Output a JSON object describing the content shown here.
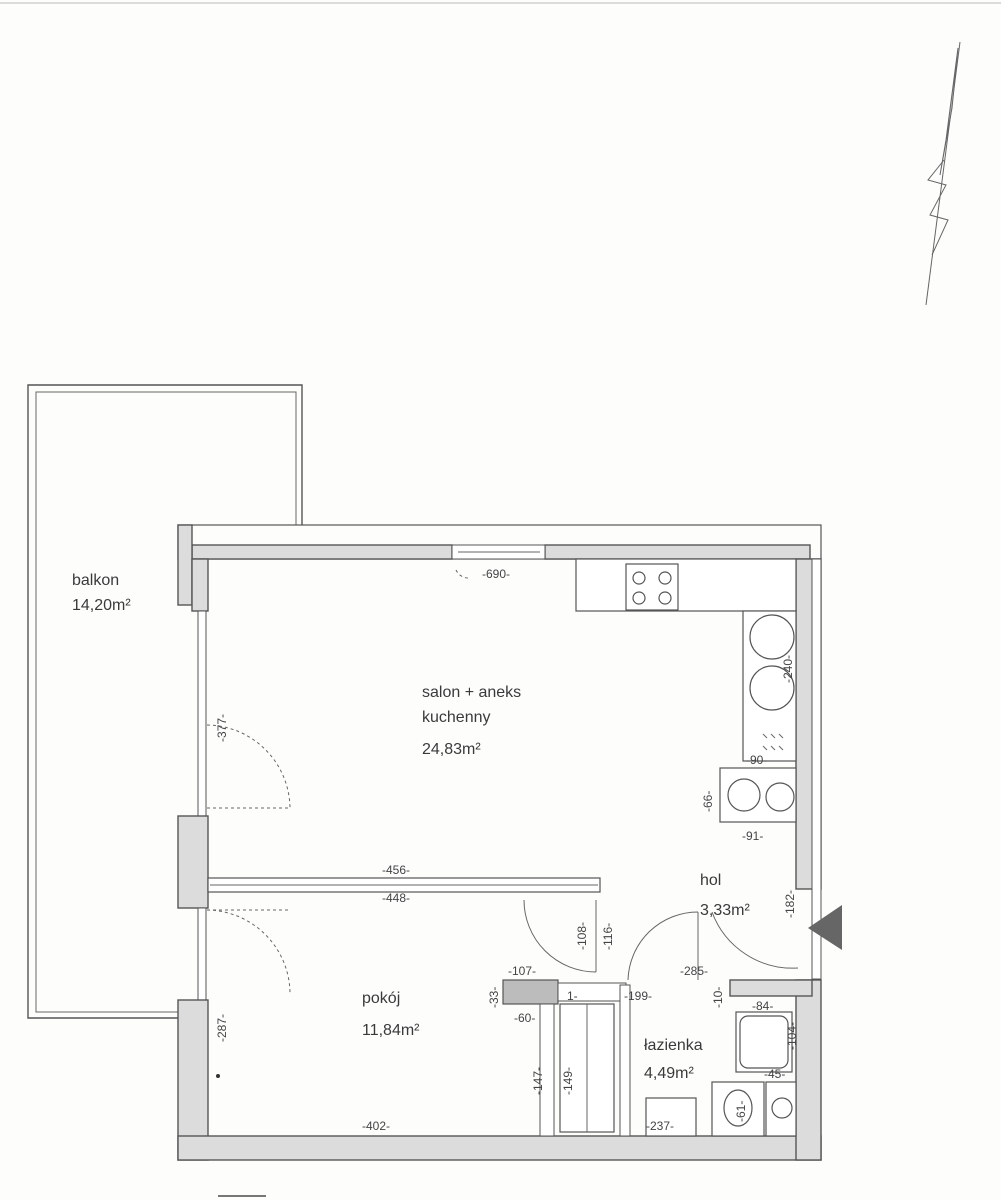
{
  "rooms": {
    "balkon": {
      "name": "balkon",
      "area": "14,20m²"
    },
    "salon": {
      "name_line1": "salon + aneks",
      "name_line2": "kuchenny",
      "area": "24,83m²"
    },
    "hol": {
      "name": "hol",
      "area": "3,33m²"
    },
    "pokoj": {
      "name": "pokój",
      "area": "11,84m²"
    },
    "lazienka": {
      "name": "łazienka",
      "area": "4,49m²"
    }
  },
  "dimensions": {
    "d690": "-690-",
    "d240": "-240-",
    "d90": "-90-",
    "d66": "-66-",
    "d91": "-91-",
    "d377": "-377-",
    "d456": "-456-",
    "d448": "-448-",
    "d108": "-108-",
    "d116": "-116-",
    "d182": "-182-",
    "d107": "-107-",
    "d33": "-33-",
    "d60": "-60-",
    "d199": "-199-",
    "d285": "-285-",
    "d10": "-10-",
    "d84": "-84-",
    "d104": "-104-",
    "d287": "-287-",
    "d147": "-147-",
    "d149": "-149-",
    "d45": "-45-",
    "d61": "-61-",
    "d402": "-402-",
    "d237": "-237-",
    "d1": "1-"
  },
  "icons": {
    "north_arrow": "north-arrow-icon",
    "entrance": "entrance-triangle-icon"
  },
  "colors": {
    "wall_fill": "#dcdcdc",
    "line": "#555555",
    "entrance": "#666666"
  }
}
